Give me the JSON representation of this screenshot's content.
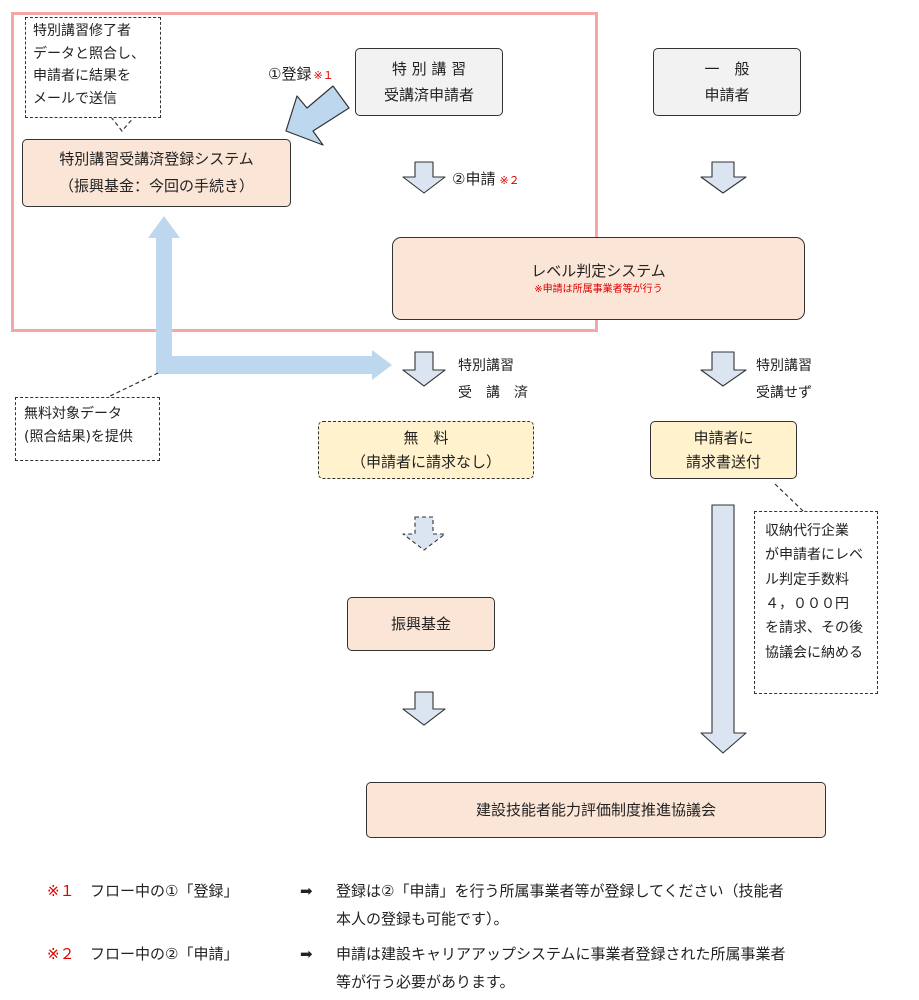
{
  "callout_top_left": [
    "特別講習修了者",
    "データと照合し、",
    "申請者に結果を",
    "メールで送信"
  ],
  "registration_system": [
    "特別講習受講済登録システム",
    "（振興基金：今回の手続き）"
  ],
  "special_applicant": [
    "特 別 講 習",
    "受講済申請者"
  ],
  "general_applicant": [
    "一　般",
    "申請者"
  ],
  "step1_label": "①登録",
  "step1_mark": "※１",
  "step2_label": "②申請",
  "step2_mark": "※２",
  "level_system": {
    "title": "レベル判定システム",
    "note": "※申請は所属事業者等が行う"
  },
  "taken_label": [
    "特別講習",
    "受　講　済"
  ],
  "not_taken_label": [
    "特別講習",
    "受講せず"
  ],
  "free_data_callout": [
    "無料対象データ",
    "(照合結果)を提供"
  ],
  "free_box": [
    "無　料",
    "（申請者に請求なし）"
  ],
  "invoice_box": [
    "申請者に",
    "請求書送付"
  ],
  "collection_callout": [
    "収納代行企業",
    "が申請者にレベ",
    "ル判定手数料",
    "４，０００円",
    "を請求、その後",
    "協議会に納める"
  ],
  "fund_box": "振興基金",
  "council_box": "建設技能者能力評価制度推進協議会",
  "notes": [
    {
      "mark": "※１",
      "label": "フロー中の①「登録」",
      "arrow": "➡",
      "text1": "登録は②「申請」を行う所属事業者等が登録してください（技能者",
      "text2": "本人の登録も可能です）。"
    },
    {
      "mark": "※２",
      "label": "フロー中の②「申請」",
      "arrow": "➡",
      "text1": "申請は建設キャリアアップシステムに事業者登録された所属事業者",
      "text2": "等が行う必要があります。"
    }
  ],
  "colors": {
    "peach": "#fbe5d6",
    "gray": "#f2f2f2",
    "yellow": "#fff2cc",
    "frame_red": "#f4a7a7",
    "arrow_fill": "#dbe5f1",
    "light_blue": "#bdd7ee",
    "note_red": "#e00000"
  }
}
